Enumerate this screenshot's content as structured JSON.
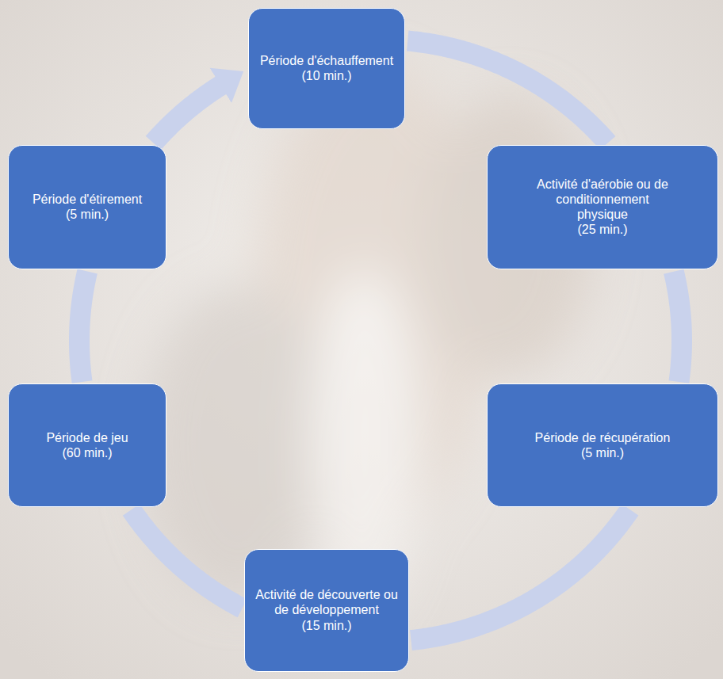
{
  "diagram": {
    "nodes": [
      {
        "text": [
          "Période d'échauffement",
          "(10 min.)"
        ]
      },
      {
        "text": [
          "Activité d'aérobie ou de conditionnement physique",
          "(25 min.)"
        ]
      },
      {
        "text": [
          "Période de récupération",
          "(5 min.)"
        ]
      },
      {
        "text": [
          "Activité de découverte ou de développement",
          "(15 min.)"
        ]
      },
      {
        "text": [
          "Période de jeu",
          "(60 min.)"
        ]
      },
      {
        "text": [
          "Période d'étirement",
          "(5 min.)"
        ]
      }
    ],
    "edges": [
      {
        "from": 0,
        "to": 1,
        "arrow": "none"
      },
      {
        "from": 1,
        "to": 2,
        "arrow": "none"
      },
      {
        "from": 2,
        "to": 3,
        "arrow": "none"
      },
      {
        "from": 3,
        "to": 4,
        "arrow": "none"
      },
      {
        "from": 4,
        "to": 5,
        "arrow": "none"
      },
      {
        "from": 5,
        "to": 0,
        "arrow": "to"
      }
    ]
  }
}
